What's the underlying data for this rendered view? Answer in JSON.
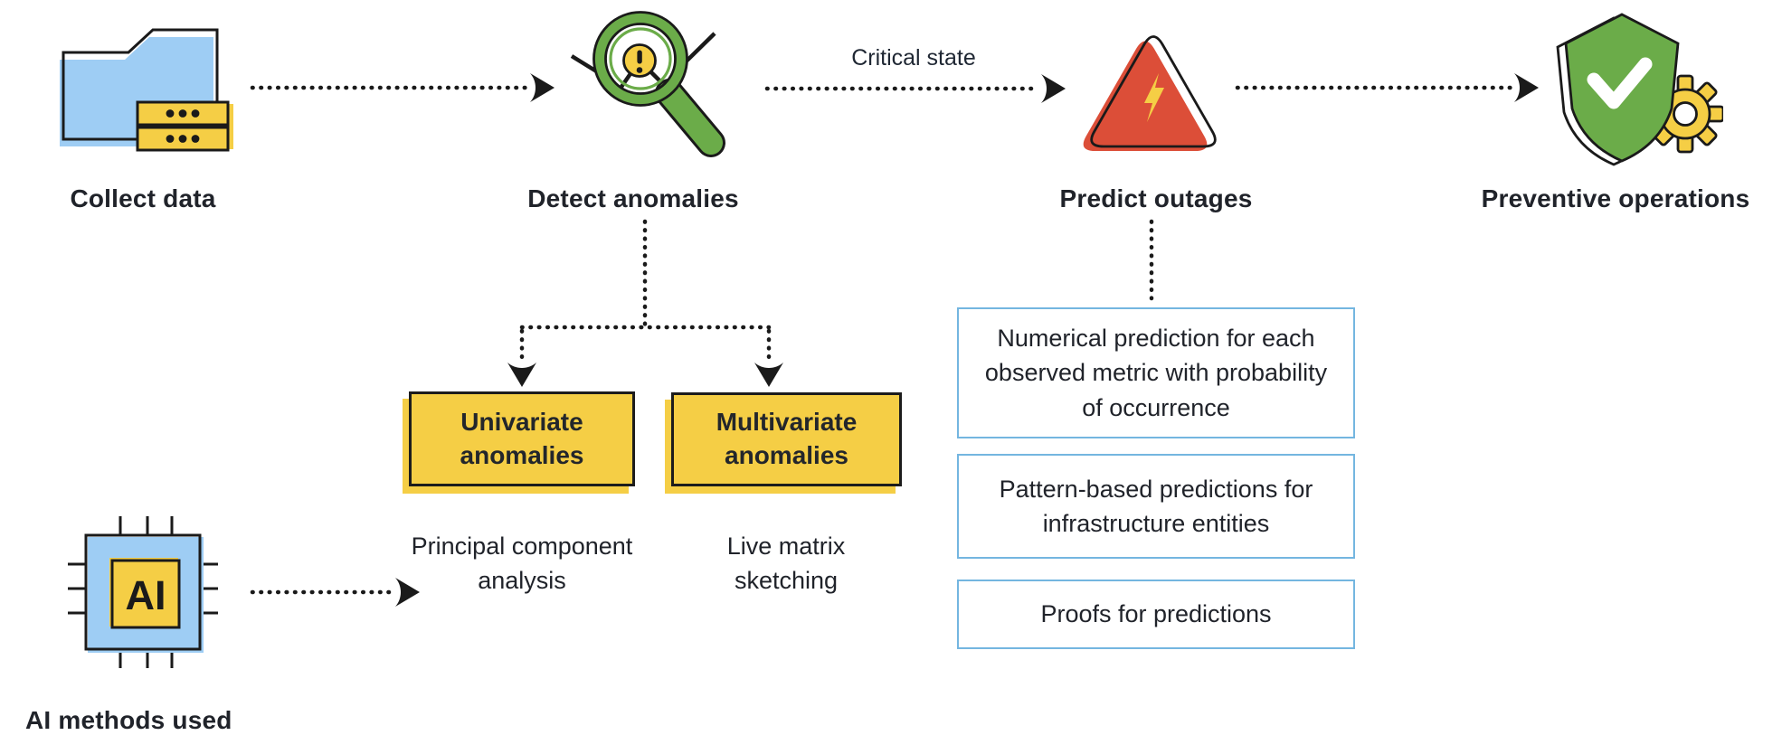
{
  "palette": {
    "yellow": "#F5CE45",
    "light_blue": "#9ECDF4",
    "green": "#6BAC49",
    "red": "#DC4E38",
    "box_border_blue": "#74B6E0",
    "ink": "#1a1a1a",
    "text": "#20232a"
  },
  "steps": {
    "collect": {
      "label": "Collect data",
      "icon": "folder-database-icon"
    },
    "detect": {
      "label": "Detect anomalies",
      "icon": "magnifier-alert-icon"
    },
    "predict": {
      "label": "Predict outages",
      "icon": "warning-lightning-icon"
    },
    "prevent": {
      "label": "Preventive operations",
      "icon": "shield-check-gear-icon"
    }
  },
  "connectors": {
    "critical_state_label": "Critical state"
  },
  "anomaly_branches": {
    "univariate": {
      "label": "Univariate anomalies",
      "method": "Principal component analysis"
    },
    "multivariate": {
      "label": "Multivariate anomalies",
      "method": "Live matrix sketching"
    }
  },
  "prediction_outputs": {
    "box1": "Numerical prediction for each observed metric with probability of occurrence",
    "box2": "Pattern-based predictions for infrastructure entities",
    "box3": "Proofs for predictions"
  },
  "ai": {
    "chip_text": "AI",
    "label": "AI methods used",
    "icon": "ai-chip-icon"
  }
}
